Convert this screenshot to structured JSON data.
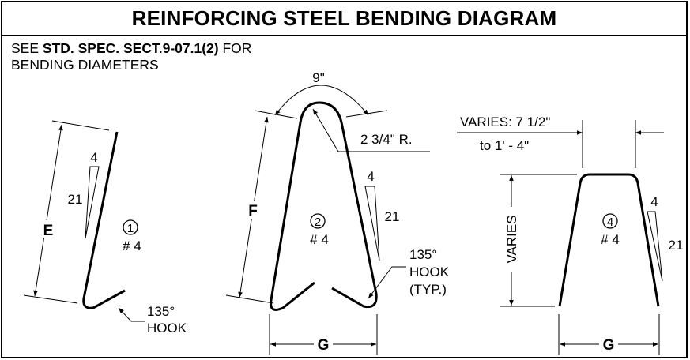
{
  "title": "REINFORCING STEEL BENDING DIAGRAM",
  "note": {
    "prefix": "SEE ",
    "spec": "STD. SPEC. SECT.9-07.1(2)",
    "suffix": " FOR",
    "line2": "BENDING DIAMETERS"
  },
  "bar1": {
    "number": "1",
    "size": "# 4",
    "dimension": "E",
    "slope_run": "4",
    "slope_rise": "21",
    "hook_angle": "135°",
    "hook_label": "HOOK"
  },
  "bar2": {
    "number": "2",
    "size": "# 4",
    "dimension_side": "F",
    "dimension_base": "G",
    "top_width": "9\"",
    "radius": "2 3/4\" R.",
    "slope_run": "4",
    "slope_rise": "21",
    "hook_angle": "135°",
    "hook_label": "HOOK",
    "hook_note": "(TYP.)"
  },
  "bar4": {
    "number": "4",
    "size": "# 4",
    "dimension_height": "VARIES",
    "dimension_base": "G",
    "top_width_line1": "VARIES: 7 1/2\"",
    "top_width_line2": "to 1' - 4\"",
    "slope_run": "4",
    "slope_rise": "21"
  }
}
